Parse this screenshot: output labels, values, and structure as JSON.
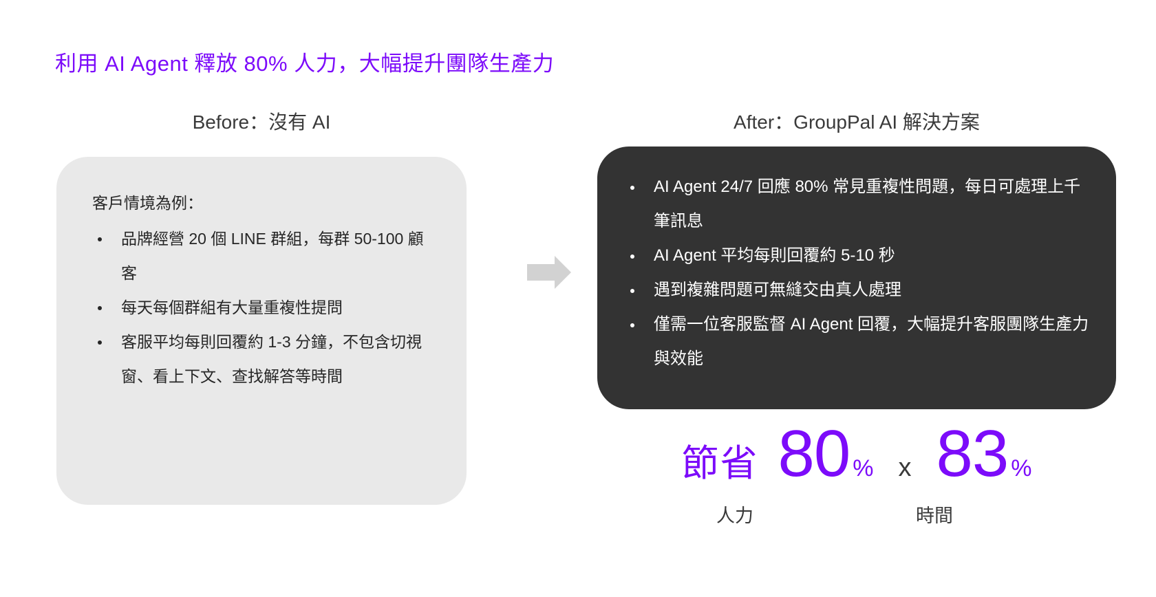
{
  "slide": {
    "title": "利用 AI Agent 釋放 80% 人力，大幅提升團隊生產力",
    "title_color": "#7C0BFA",
    "background_color": "#FFFFFF"
  },
  "before": {
    "header": "Before：沒有 AI",
    "card_color": "#E9E9E9",
    "intro": "客戶情境為例：",
    "bullets": [
      "品牌經營 20 個 LINE 群組，每群 50-100 顧客",
      "每天每個群組有大量重複性提問",
      "客服平均每則回覆約 1-3 分鐘，不包含切視窗、看上下文、查找解答等時間"
    ]
  },
  "after": {
    "header": "After：GroupPal AI 解決方案",
    "card_color": "#333333",
    "bullets": [
      "AI Agent  24/7 回應 80% 常見重複性問題，每日可處理上千筆訊息",
      "AI Agent 平均每則回覆約 5-10 秒",
      "遇到複雜問題可無縫交由真人處理",
      "僅需一位客服監督 AI Agent 回覆，大幅提升客服團隊生產力與效能"
    ]
  },
  "arrow": {
    "icon": "arrow-right-icon",
    "color": "#D2D2D2"
  },
  "metrics": {
    "prefix": "節省",
    "accent_color": "#7C0BFA",
    "separator": "x",
    "items": [
      {
        "value": "80",
        "unit": "%",
        "label": "人力"
      },
      {
        "value": "83",
        "unit": "%",
        "label": "時間"
      }
    ]
  }
}
